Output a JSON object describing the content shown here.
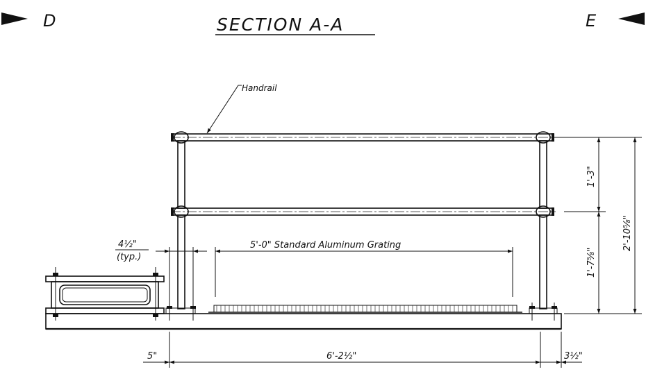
{
  "drawing": {
    "title": "SECTION A-A",
    "view_left": "D",
    "view_right": "E",
    "labels": {
      "handrail": "Handrail",
      "grating": "5'-0\" Standard Aluminum Grating",
      "bolt_spacing": "4½\"",
      "typ": "(typ.)"
    },
    "dimensions": {
      "upper_rail": "1'-3\"",
      "lower_rail": "1'-7⅝\"",
      "total_height": "2'-10⅝\"",
      "left_offset": "5\"",
      "deck_width": "6'-2½\"",
      "right_offset": "3½\""
    }
  }
}
